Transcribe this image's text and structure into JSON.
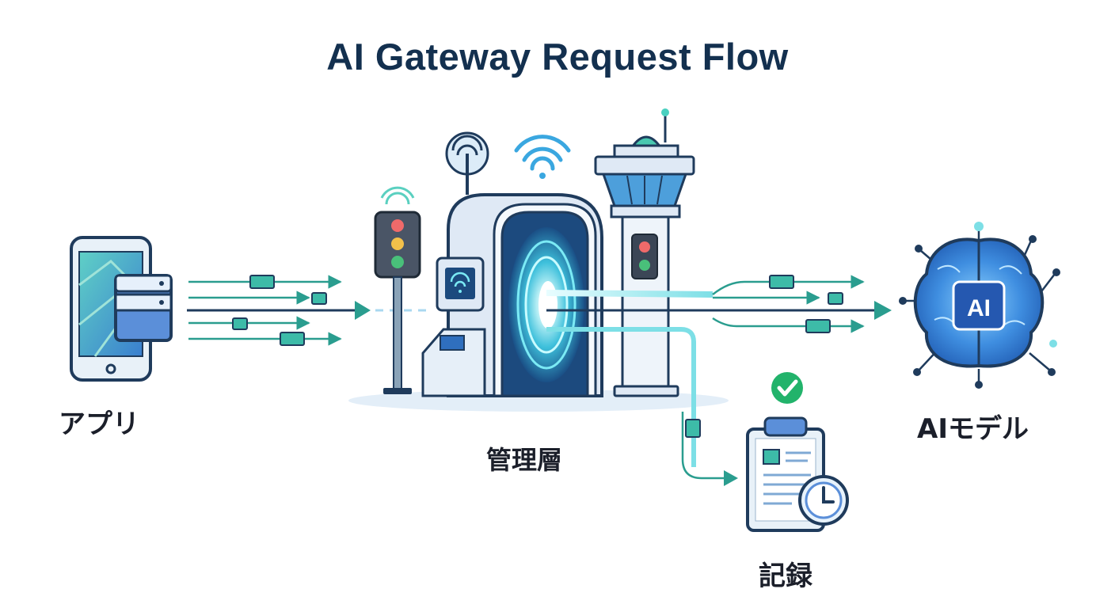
{
  "title": "AI Gateway Request Flow",
  "nodes": {
    "app": "アプリ",
    "management": "管理層",
    "model": "AIモデル",
    "log": "記録"
  },
  "model_badge": "AI",
  "icons": [
    "smartphone-icon",
    "server-icon",
    "traffic-light-icon",
    "wifi-icon",
    "antenna-icon",
    "gateway-portal-icon",
    "keypad-icon",
    "control-tower-icon",
    "brain-icon",
    "clipboard-icon",
    "clock-icon",
    "check-icon"
  ],
  "colors": {
    "title": "#13304f",
    "teal": "#2a9d8f",
    "blue": "#2f6fbe",
    "navy": "#1f3b5c",
    "cyan_glow": "#5fe3f0",
    "check": "#22b36b"
  }
}
